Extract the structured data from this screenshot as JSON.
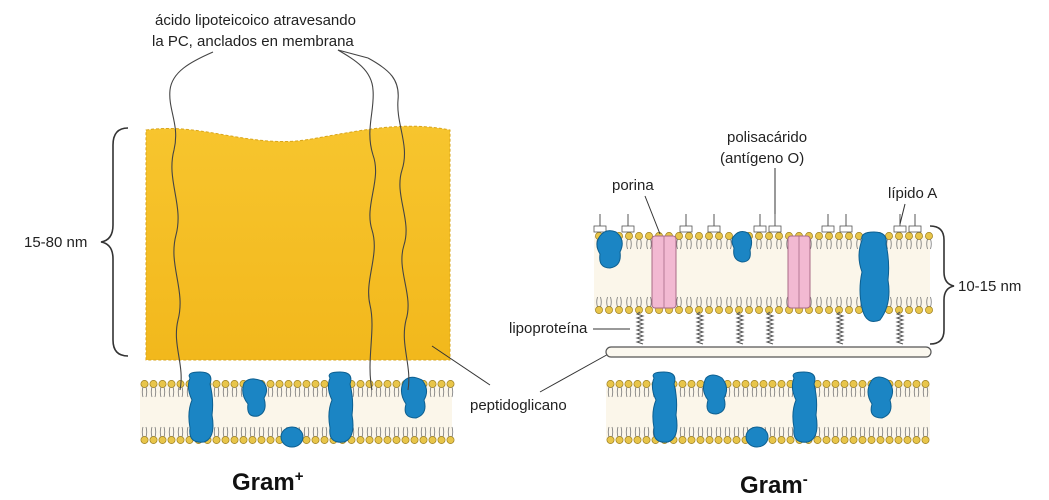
{
  "labels": {
    "teichoic_line1": "ácido lipoteicoico atravesando",
    "teichoic_line2": "la PC, anclados en membrana",
    "thickness_pos": "15-80 nm",
    "peptidoglycan": "peptidoglicano",
    "porin": "porina",
    "polysaccharide_line1": "polisacárido",
    "polysaccharide_line2": "(antígeno O)",
    "lipid_a": "lípido A",
    "lipoprotein": "lipoproteína",
    "thickness_neg": "10-15 nm"
  },
  "titles": {
    "gram_pos": "Gram",
    "gram_pos_sup": "+",
    "gram_neg": "Gram",
    "gram_neg_sup": "-"
  },
  "colors": {
    "peptidoglycan_gold": "#f6c226",
    "protein_blue": "#1b85c4",
    "porin_pink": "#f2b9d2",
    "lipid_head": "#e8c54a",
    "bilayer_fill": "#fbf6ea"
  }
}
